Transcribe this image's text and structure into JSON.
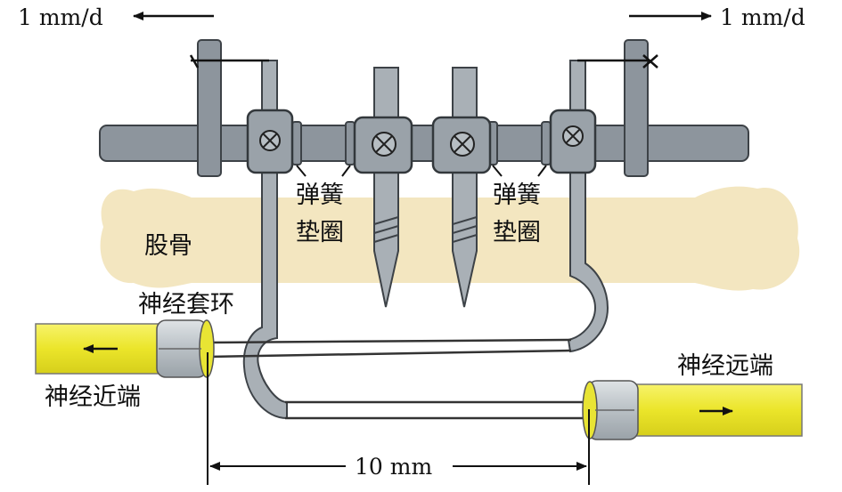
{
  "labels": {
    "rate_left": "1 mm/d",
    "rate_right": "1 mm/d",
    "spring_left_1": "弹簧",
    "spring_left_2": "垫圈",
    "spring_right_1": "弹簧",
    "spring_right_2": "垫圈",
    "bone": "股骨",
    "nerve_ring": "神经套环",
    "nerve_proximal": "神经近端",
    "nerve_distal": "神经远端",
    "distance": "10 mm"
  },
  "colors": {
    "bone": "#f3e6c0",
    "metal": "#8d959d",
    "nerve": "#f2ef3c",
    "ring": "#c9cfd3",
    "ink": "#111111"
  },
  "icons": [
    "arrow-left-icon",
    "arrow-right-icon",
    "cross-circle-icon"
  ]
}
